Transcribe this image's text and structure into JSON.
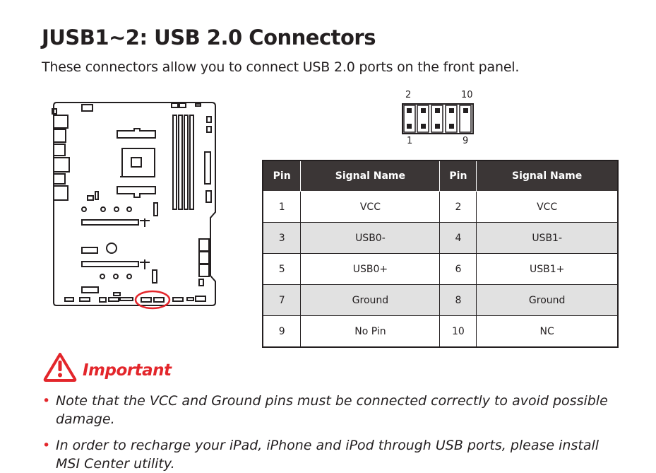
{
  "heading": "JUSB1~2: USB 2.0 Connectors",
  "description": "These connectors allow you to connect USB 2.0 ports on the front panel.",
  "pin_diagram": {
    "top_left": "2",
    "top_right": "10",
    "bottom_left": "1",
    "bottom_right": "9"
  },
  "table": {
    "headers": [
      "Pin",
      "Signal Name",
      "Pin",
      "Signal Name"
    ],
    "rows": [
      [
        "1",
        "VCC",
        "2",
        "VCC"
      ],
      [
        "3",
        "USB0-",
        "4",
        "USB1-"
      ],
      [
        "5",
        "USB0+",
        "6",
        "USB1+"
      ],
      [
        "7",
        "Ground",
        "8",
        "Ground"
      ],
      [
        "9",
        "No Pin",
        "10",
        "NC"
      ]
    ]
  },
  "important": {
    "label": "Important",
    "bullets": [
      "Note that the VCC and Ground pins must be connected correctly to avoid possible damage.",
      "In order to recharge your iPad, iPhone and iPod through USB ports, please install MSI Center utility."
    ]
  },
  "colors": {
    "accent": "#e3262b",
    "header_bg": "#3b3636",
    "alt_row": "#e1e1e1"
  }
}
